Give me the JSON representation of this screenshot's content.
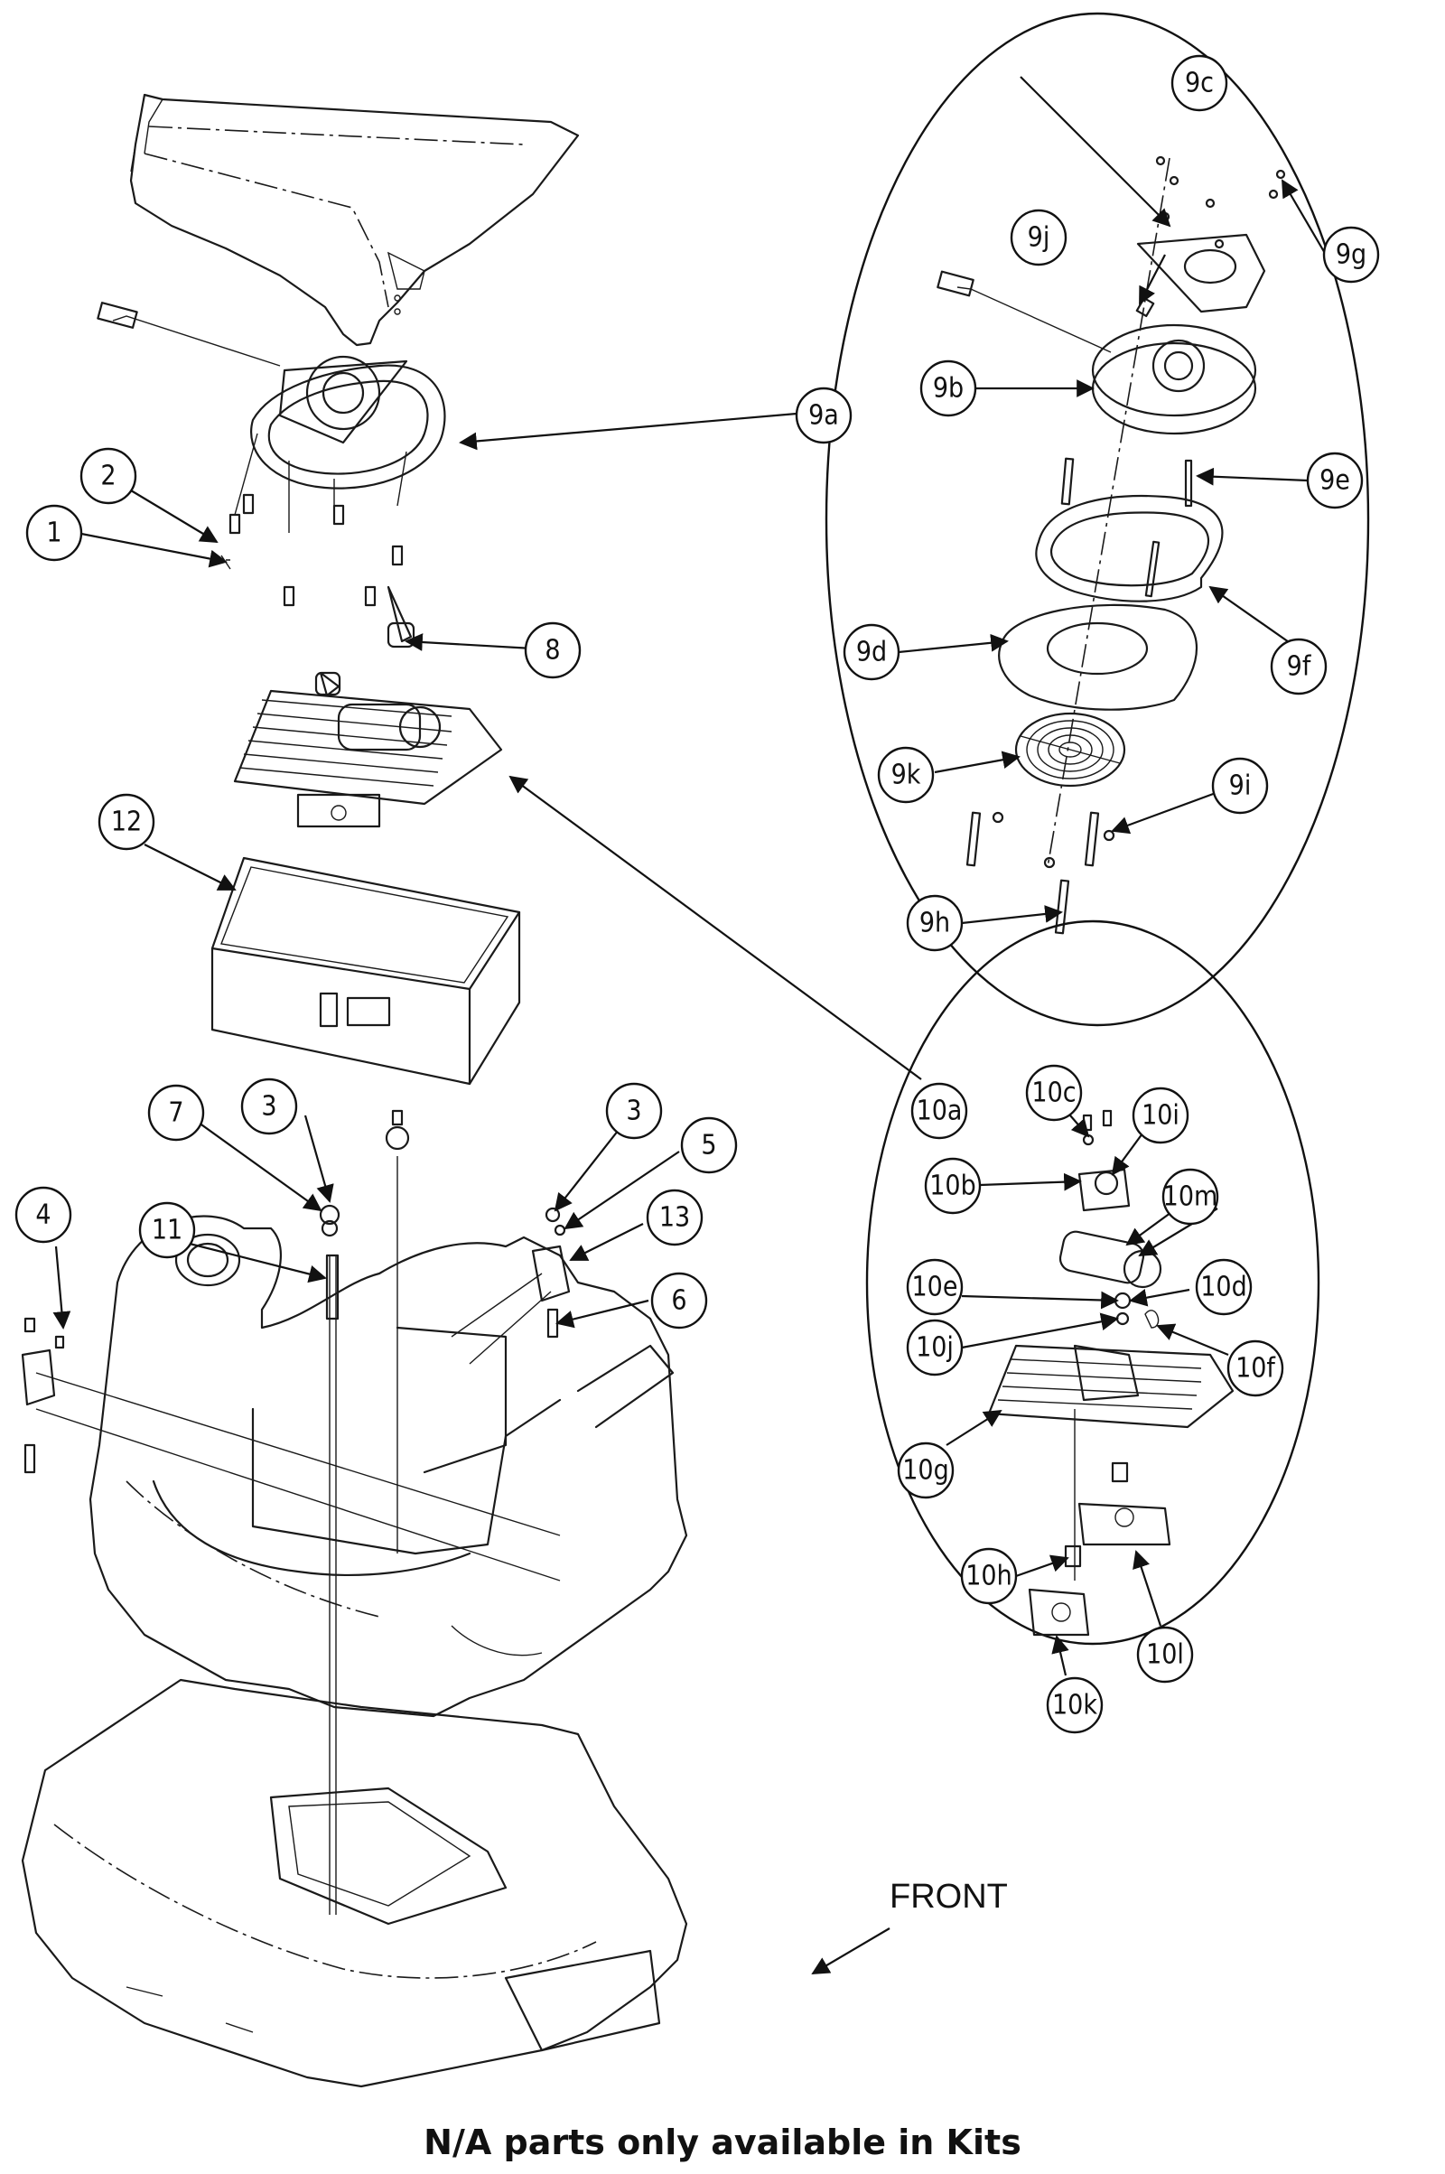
{
  "footnote": "N/A parts only available in Kits",
  "direction_label": "FRONT",
  "callouts": [
    {
      "id": "1",
      "label": "1"
    },
    {
      "id": "2",
      "label": "2"
    },
    {
      "id": "3a",
      "label": "3"
    },
    {
      "id": "3b",
      "label": "3"
    },
    {
      "id": "4",
      "label": "4"
    },
    {
      "id": "5",
      "label": "5"
    },
    {
      "id": "6",
      "label": "6"
    },
    {
      "id": "7",
      "label": "7"
    },
    {
      "id": "8",
      "label": "8"
    },
    {
      "id": "11",
      "label": "11"
    },
    {
      "id": "12",
      "label": "12"
    },
    {
      "id": "13",
      "label": "13"
    },
    {
      "id": "9a",
      "label": "9a"
    },
    {
      "id": "9b",
      "label": "9b"
    },
    {
      "id": "9c",
      "label": "9c"
    },
    {
      "id": "9d",
      "label": "9d"
    },
    {
      "id": "9e",
      "label": "9e"
    },
    {
      "id": "9f",
      "label": "9f"
    },
    {
      "id": "9g",
      "label": "9g"
    },
    {
      "id": "9h",
      "label": "9h"
    },
    {
      "id": "9i",
      "label": "9i"
    },
    {
      "id": "9j",
      "label": "9j"
    },
    {
      "id": "9k",
      "label": "9k"
    },
    {
      "id": "10a",
      "label": "10a"
    },
    {
      "id": "10b",
      "label": "10b"
    },
    {
      "id": "10c",
      "label": "10c"
    },
    {
      "id": "10d",
      "label": "10d"
    },
    {
      "id": "10e",
      "label": "10e"
    },
    {
      "id": "10f",
      "label": "10f"
    },
    {
      "id": "10g",
      "label": "10g"
    },
    {
      "id": "10h",
      "label": "10h"
    },
    {
      "id": "10i",
      "label": "10i"
    },
    {
      "id": "10j",
      "label": "10j"
    },
    {
      "id": "10k",
      "label": "10k"
    },
    {
      "id": "10l",
      "label": "10l"
    },
    {
      "id": "10m",
      "label": "10m"
    }
  ]
}
